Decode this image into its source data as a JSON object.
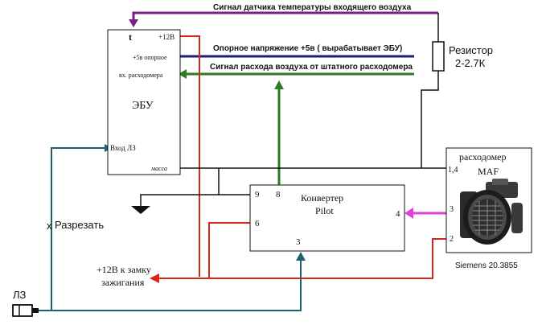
{
  "signals": {
    "intake_temp": "Сигнал датчика температуры входящего воздуха",
    "ref_voltage": "Опорное напряжение +5в ( вырабатывает ЭБУ)",
    "airflow_signal": "Сигнал расхода воздуха от штатного расходомера"
  },
  "ecu": {
    "title": "ЭБУ",
    "pin_t": "t",
    "pin_12v": "+12В",
    "pin_ref": "+5в опорное",
    "pin_flow": "вх. расходомера",
    "pin_lz": "Вход ЛЗ",
    "pin_ground": "масса"
  },
  "resistor": {
    "label_line1": "Резистор",
    "label_line2": "2-2.7К"
  },
  "converter": {
    "title_line1": "Конвертер",
    "title_line2": "Pilot",
    "pin9": "9",
    "pin8": "8",
    "pin6": "6",
    "pin3": "3",
    "pin4": "4"
  },
  "maf": {
    "title_line1": "расходомер",
    "title_line2": "MAF",
    "pin14": "1,4",
    "pin3": "3",
    "pin2": "2",
    "model": "Siemens 20.3855"
  },
  "labels": {
    "cut_mark": "х",
    "cut": "Разрезать",
    "ignition_line1": "+12В к замку",
    "ignition_line2": "зажигания",
    "lz": "ЛЗ"
  },
  "colors": {
    "temp_wire": "#7a1e8a",
    "ref_wire": "#1a1f7a",
    "flow_wire": "#2a7d22",
    "power_wire": "#d9261c",
    "lz_wire": "#1f5f6e",
    "maf_signal_wire": "#e040d8",
    "ground_wire": "#111111"
  }
}
